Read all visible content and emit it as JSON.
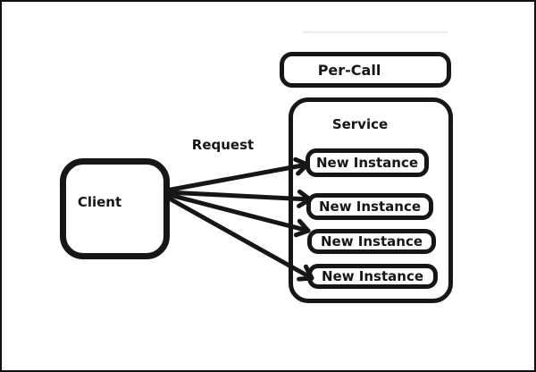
{
  "diagram": {
    "per_call": {
      "label": "Per-Call"
    },
    "service": {
      "label": "Service",
      "instances": [
        {
          "label": "New Instance"
        },
        {
          "label": "New Instance"
        },
        {
          "label": "New Instance"
        },
        {
          "label": "New Instance"
        }
      ]
    },
    "client": {
      "label": "Client"
    },
    "request": {
      "label": "Request"
    },
    "colors": {
      "stroke": "#161616",
      "background": "#ffffff",
      "frame_border": "#111111",
      "faint_artifact_line": "#ececec"
    }
  }
}
